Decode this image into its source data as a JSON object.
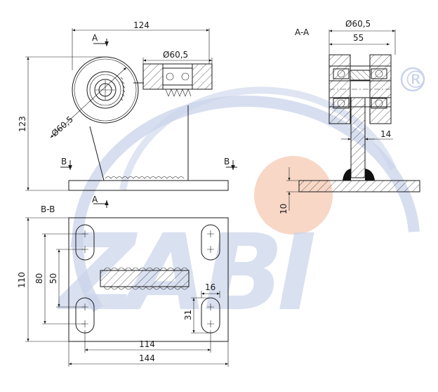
{
  "watermark": {
    "letters": [
      "Z",
      "A",
      "B",
      "I"
    ],
    "registered_symbol": "®",
    "color_blue": "#c9d3ea",
    "color_orange": "#f6c9b4"
  },
  "side_view": {
    "dim_width": "124",
    "dim_height": "123",
    "dim_roller_diameter_diag": "Ø60,5",
    "dim_roller_diameter_section": "Ø60,5",
    "cut_a_top": "A",
    "cut_a_bottom": "A",
    "cut_b_left": "B",
    "cut_b_right": "B"
  },
  "section_aa": {
    "title": "A-A",
    "dim_diameter": "Ø60,5",
    "dim_width": "55",
    "dim_web": "14",
    "dim_plate": "10"
  },
  "section_bb": {
    "title": "B-B",
    "dim_height_outer": "110",
    "dim_slot_span": "80",
    "dim_slot_inner": "50",
    "dim_slot_length": "31",
    "dim_slot_width": "16",
    "dim_hole_span": "114",
    "dim_plate_width": "144"
  },
  "colors": {
    "line": "#1a1a1a",
    "watermark_blue": "#c9d3ea",
    "watermark_orange": "#f6c9b4"
  }
}
